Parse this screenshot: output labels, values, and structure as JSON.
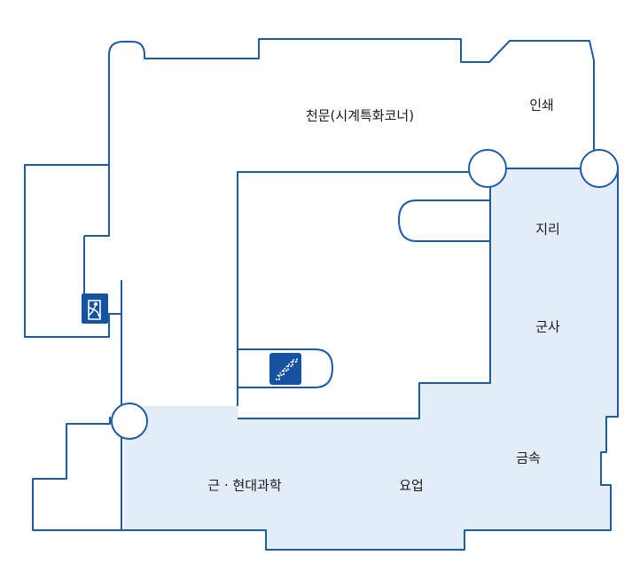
{
  "map": {
    "colors": {
      "wall": "#1f5aa6",
      "highlight_fill": "#e3edf8",
      "background": "#ffffff",
      "icon_bg": "#1553a0"
    },
    "highlighted_zones": [
      "지리",
      "군사",
      "금속",
      "요업",
      "근 · 현대과학"
    ],
    "zones": [
      {
        "id": "astronomy",
        "label": "천문(시계특화코너)"
      },
      {
        "id": "printing",
        "label": "인쇄"
      },
      {
        "id": "geography",
        "label": "지리"
      },
      {
        "id": "military",
        "label": "군사"
      },
      {
        "id": "metal",
        "label": "금속"
      },
      {
        "id": "ceramics",
        "label": "요업"
      },
      {
        "id": "modern-science",
        "label": "근 · 현대과학"
      }
    ],
    "icons": [
      {
        "id": "emergency-exit",
        "name": "emergency-exit-icon"
      },
      {
        "id": "stairs",
        "name": "stairs-icon"
      }
    ]
  }
}
